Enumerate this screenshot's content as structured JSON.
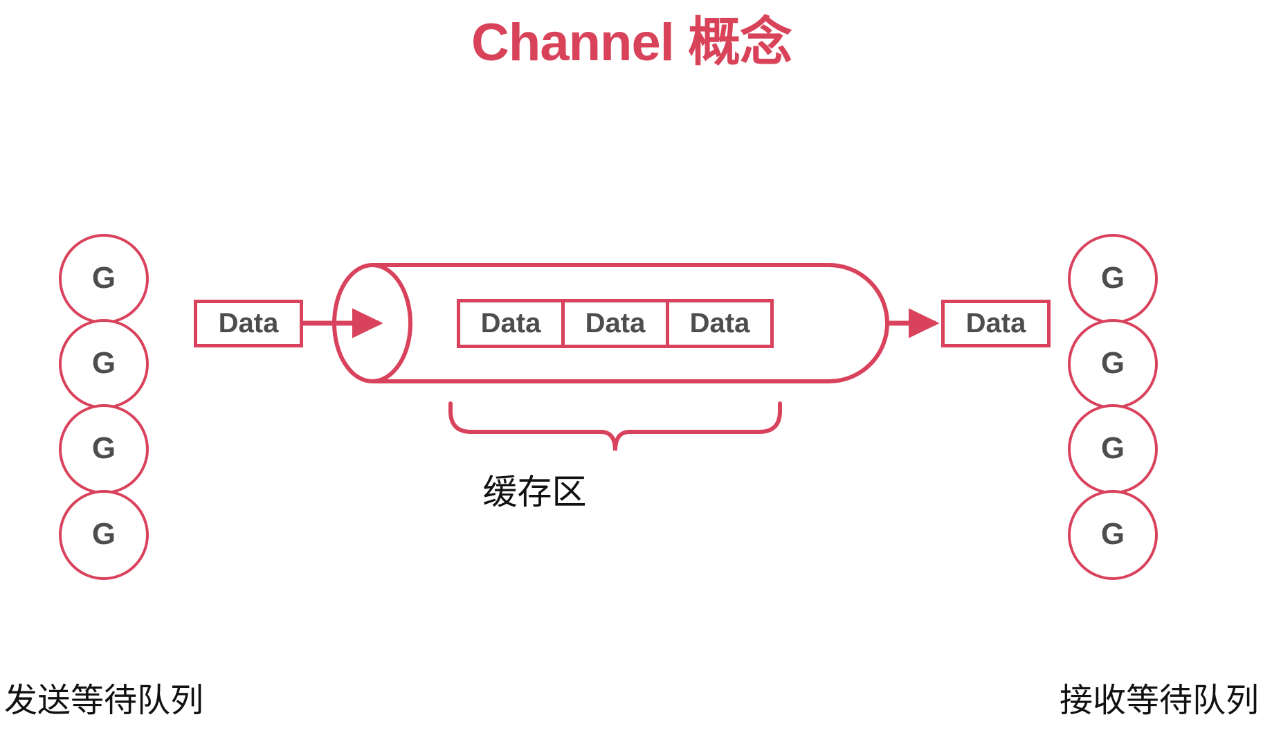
{
  "page": {
    "title": "Channel 概念",
    "background": "#ffffff"
  },
  "colors": {
    "accent": "#d9425c",
    "title": "#d9435a",
    "text_dark": "#4d4d4d",
    "text_black": "#111111"
  },
  "send_queue": {
    "caption": "发送等待队列",
    "goroutines": [
      {
        "label": "G"
      },
      {
        "label": "G"
      },
      {
        "label": "G"
      },
      {
        "label": "G"
      }
    ]
  },
  "recv_queue": {
    "caption": "接收等待队列",
    "goroutines": [
      {
        "label": "G"
      },
      {
        "label": "G"
      },
      {
        "label": "G"
      },
      {
        "label": "G"
      }
    ]
  },
  "in_transit": {
    "send_data_label": "Data",
    "recv_data_label": "Data"
  },
  "channel": {
    "buffer_caption": "缓存区",
    "buffer_cells": [
      {
        "label": "Data"
      },
      {
        "label": "Data"
      },
      {
        "label": "Data"
      }
    ]
  },
  "icons": {
    "send_arrow": "arrow-right-icon",
    "recv_arrow": "arrow-right-icon",
    "pipe": "cylinder-pipe-icon",
    "brace": "curly-brace-down-icon"
  }
}
